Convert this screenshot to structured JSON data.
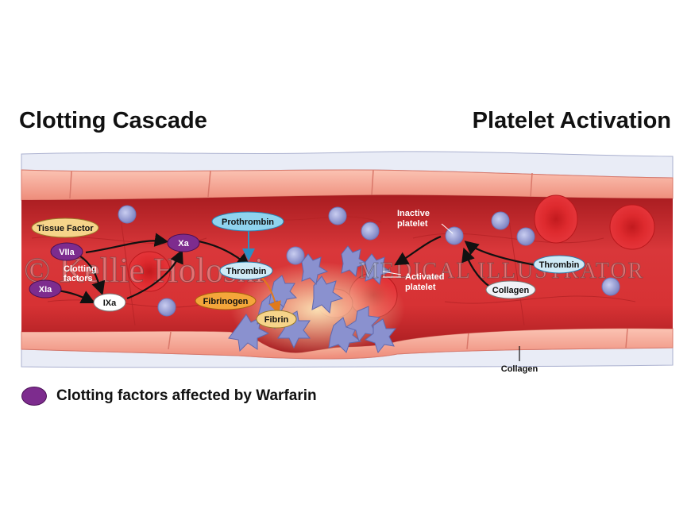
{
  "titles": {
    "left": "Clotting Cascade",
    "right": "Platelet Activation"
  },
  "cascade": {
    "tissue_factor": "Tissue Factor",
    "viia": "VIIa",
    "xia": "XIa",
    "xa": "Xa",
    "ixa": "IXa",
    "clotting_factors": [
      "Clotting",
      "factors"
    ],
    "prothrombin": "Prothrombin",
    "thrombin": "Thrombin",
    "fibrinogen": "Fibrinogen",
    "fibrin": "Fibrin"
  },
  "platelet": {
    "inactive": [
      "Inactive",
      "platelet"
    ],
    "activated": [
      "Activated",
      "platelet"
    ],
    "thrombin": "Thrombin",
    "collagen": "Collagen",
    "collagen_bottom": "Collagen"
  },
  "watermark": {
    "name": "© Kellie Holoski",
    "tagline": "MEDICAL ILLUSTRATOR"
  },
  "legend": {
    "text": "Clotting factors affected by Warfarin",
    "swatch_color": "#7d2c8e"
  },
  "colors": {
    "vessel_wall": "#f2a08e",
    "lumen": "#c8282a",
    "warfarin_factor": "#7d2c8e",
    "tissue_factor": "#f6d48a",
    "prothrombin": "#8fd3ee",
    "fibrinogen": "#f4a63a",
    "platelet": "#8b92cc"
  }
}
